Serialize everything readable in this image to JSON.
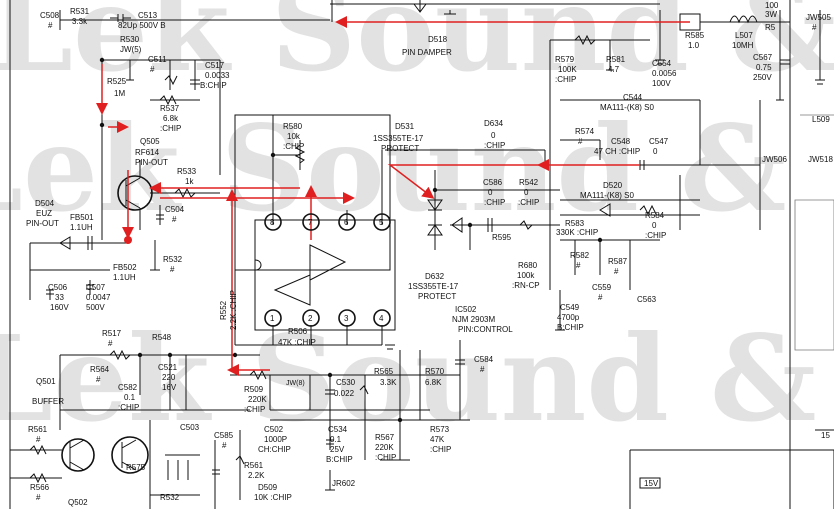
{
  "watermark": {
    "text": "Lek Sound &"
  },
  "ic": {
    "ref": "IC502",
    "part": "NJM 2903M",
    "note": "PIN:CONTROL",
    "pins": [
      "1",
      "2",
      "3",
      "4",
      "5",
      "6",
      "7",
      "8"
    ]
  },
  "labels": {
    "c508": "C508",
    "c508v": "#",
    "r531": "R531",
    "r531v": "3.3k",
    "c513": "C513",
    "c513v": "82Up 500V B",
    "r530": "R530",
    "r530v": "JW(5)",
    "c511": "C511",
    "c511v": "#",
    "c517": "C517",
    "c517v1": "0.0033",
    "c517v2": "B:CHIP",
    "r525": "R525",
    "r525v": "1M",
    "r537": "R537",
    "r537v1": "6.8k",
    "r537v2": ":CHIP",
    "q505": "Q505",
    "q505p1": "RF614",
    "q505p2": "PIN-OUT",
    "r580": "R580",
    "r580v1": "10k",
    "r580v2": ":CHIP",
    "d531": "D531",
    "d531p": "1SS355TE-17",
    "d531n": "PROTECT",
    "d634": "D634",
    "d634v1": "0",
    "d634v2": ":CHIP",
    "d518": "D518",
    "d518n": "PIN DAMPER",
    "r579": "R579",
    "r579v1": "100K",
    "r579v2": ":CHIP",
    "r581": "R581",
    "r581v": "4.7",
    "c544": "C544",
    "c544p": "MA111-(K8) S0",
    "r574": "R574",
    "r574v": "#",
    "c548": "C548",
    "c548v": "47 CH :CHIP",
    "c547": "C547",
    "c547v": "0",
    "r585": "R585",
    "r585v": "1.0",
    "c554": "C554",
    "c554v1": "0.0056",
    "c554v2": "100V",
    "l507": "L507",
    "l507v": "10MH",
    "r5": "R5",
    "r5v1": "100",
    "r5v2": "3W",
    "c567": "C567",
    "c567v1": "0.75",
    "c567v2": "250V",
    "jw505": "JW505",
    "jw505v": "#",
    "l509": "L509",
    "jw506": "JW506",
    "jw518": "JW518",
    "r533": "R533",
    "r533v": "1k",
    "c504": "C504",
    "c504v": "#",
    "d504": "D504",
    "d504p": "EUZ",
    "d504n": "PIN-OUT",
    "fb501": "FB501",
    "fb501v": "1.1UH",
    "fb502": "FB502",
    "fb502v": "1.1UH",
    "r532a": "R532",
    "r532av": "#",
    "c506": "C506",
    "c506v1": "33",
    "c506v2": "160V",
    "c507": "C507",
    "c507v1": "0.0047",
    "c507v2": "500V",
    "c586": "C586",
    "c586v1": "0",
    "c586v2": ":CHIP",
    "r542": "R542",
    "r542v1": "0",
    "r542v2": ":CHIP",
    "d520": "D520",
    "d520p": "MA111-(K8) S0",
    "r583": "R583",
    "r583v": "330K :CHIP",
    "r584": "R584",
    "r584v1": "0",
    "r584v2": ":CHIP",
    "r595": "R595",
    "r582": "R582",
    "r582v": "#",
    "r587": "R587",
    "r587v": "#",
    "c559": "C559",
    "c559v": "#",
    "c563": "C563",
    "r680": "R680",
    "r680v1": "100k",
    "r680v2": ":RN-CP",
    "c549": "C549",
    "c549v1": "4700p",
    "c549v2": "B:CHIP",
    "d632": "D632",
    "d632p": "1SS355TE-17",
    "d632n": "PROTECT",
    "r552": "R552",
    "r552v": "2.2K :CHIP",
    "r517": "R517",
    "r517v": "#",
    "r548": "R548",
    "r564": "R564",
    "r564v": "#",
    "c521": "C521",
    "c521v1": "220",
    "c521v2": "16V",
    "c582": "C582",
    "c582v1": "0.1",
    "c582v2": ":CHIP",
    "q501": "Q501",
    "q501n": "BUFFER",
    "r561": "R561",
    "r561v": "#",
    "r566": "R566",
    "r566v": "#",
    "q502": "Q502",
    "r575": "R575",
    "r532b": "R532",
    "c503": "C503",
    "r506": "R506",
    "r506v": "47K :CHIP",
    "r565": "R565",
    "r565v": "3.3K",
    "r570": "R570",
    "r570v": "6.8K",
    "c584": "C584",
    "c584v": "#",
    "r509": "R509",
    "r509v1": "220K",
    "r509v2": ":CHIP",
    "jw": "JW(8)",
    "c530": "C530",
    "c530v": "0.022",
    "c585": "C585",
    "c585v": "#",
    "c502": "C502",
    "c502v1": "1000P",
    "c502v2": "CH:CHIP",
    "c534": "C534",
    "c534v1": "0.1",
    "c534v2": "25V",
    "c534v3": "B:CHIP",
    "r567": "R567",
    "r567v1": "220K",
    "r567v2": ":CHIP",
    "r573": "R573",
    "r573v1": "47K",
    "r573v2": ":CHIP",
    "r561b": "R561",
    "r561bv": "2.2K",
    "d509": "D509",
    "d509v": "10K :CHIP",
    "jr602": "JR602",
    "v15": "15V",
    "n15": "15"
  }
}
